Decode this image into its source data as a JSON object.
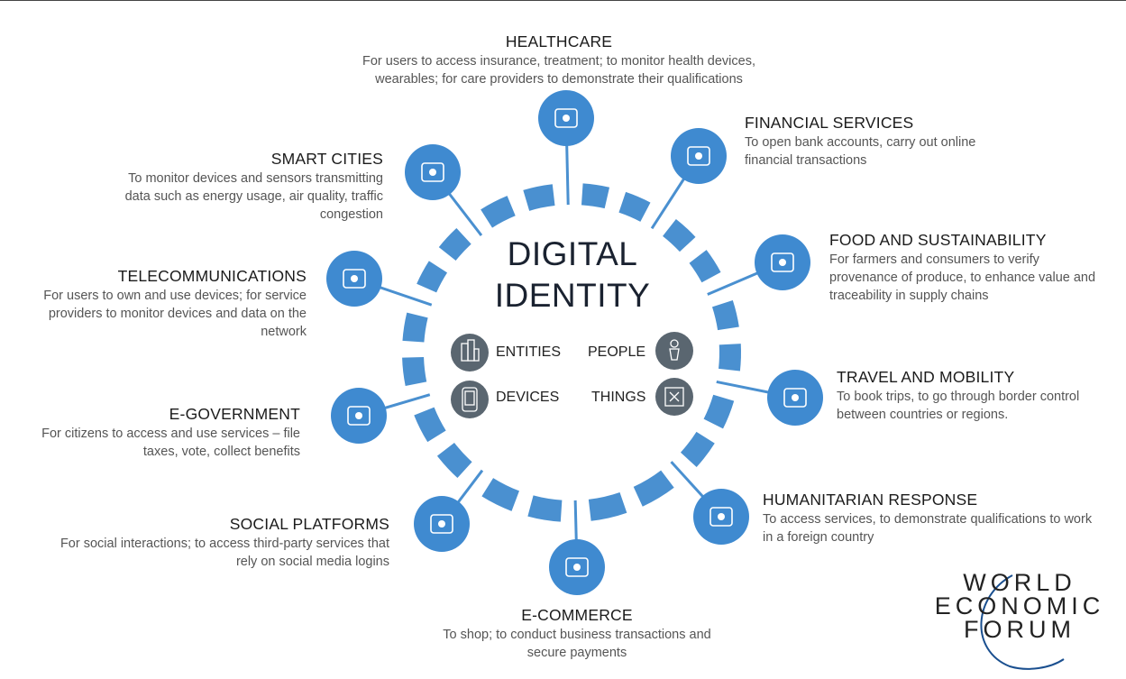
{
  "center": {
    "title_line1": "DIGITAL",
    "title_line2": "IDENTITY",
    "categories": [
      "ENTITIES",
      "PEOPLE",
      "DEVICES",
      "THINGS"
    ]
  },
  "colors": {
    "ring": "#4a90d0",
    "node": "#3f8ad0",
    "category_icon": "#5a6670"
  },
  "sectors": [
    {
      "title": "HEALTHCARE",
      "desc": "For users to access insurance, treatment; to monitor health devices, wearables; for care providers to demonstrate their qualifications",
      "icon": "ambulance-icon"
    },
    {
      "title": "FINANCIAL SERVICES",
      "desc": "To open bank accounts, carry out online financial transactions",
      "icon": "chart-icon"
    },
    {
      "title": "FOOD AND SUSTAINABILITY",
      "desc": "For farmers and consumers to verify provenance of produce, to enhance value and traceability in supply chains",
      "icon": "recycle-icon"
    },
    {
      "title": "TRAVEL AND MOBILITY",
      "desc": "To book trips, to go through border control between countries or regions.",
      "icon": "beach-icon"
    },
    {
      "title": "HUMANITARIAN RESPONSE",
      "desc": "To access services, to demonstrate qualifications to work in a foreign country",
      "icon": "handshake-icon"
    },
    {
      "title": "E-COMMERCE",
      "desc": "To shop; to conduct business transactions and secure payments",
      "icon": "cart-icon"
    },
    {
      "title": "SOCIAL PLATFORMS",
      "desc": "For social interactions; to access third-party services that rely on social media logins",
      "icon": "bird-icon"
    },
    {
      "title": "E-GOVERNMENT",
      "desc": "For citizens to access and use services – file taxes, vote, collect benefits",
      "icon": "government-building-icon"
    },
    {
      "title": "TELECOMMUNICATIONS",
      "desc": "For users to own and use devices; for service providers to monitor devices and data on the network",
      "icon": "antenna-icon"
    },
    {
      "title": "SMART CITIES",
      "desc": "To monitor devices and sensors transmitting data such as energy usage, air quality, traffic congestion",
      "icon": "qr-code-icon"
    }
  ],
  "logo": {
    "line1": "WORLD",
    "line2": "ECONOMIC",
    "line3": "FORUM"
  }
}
